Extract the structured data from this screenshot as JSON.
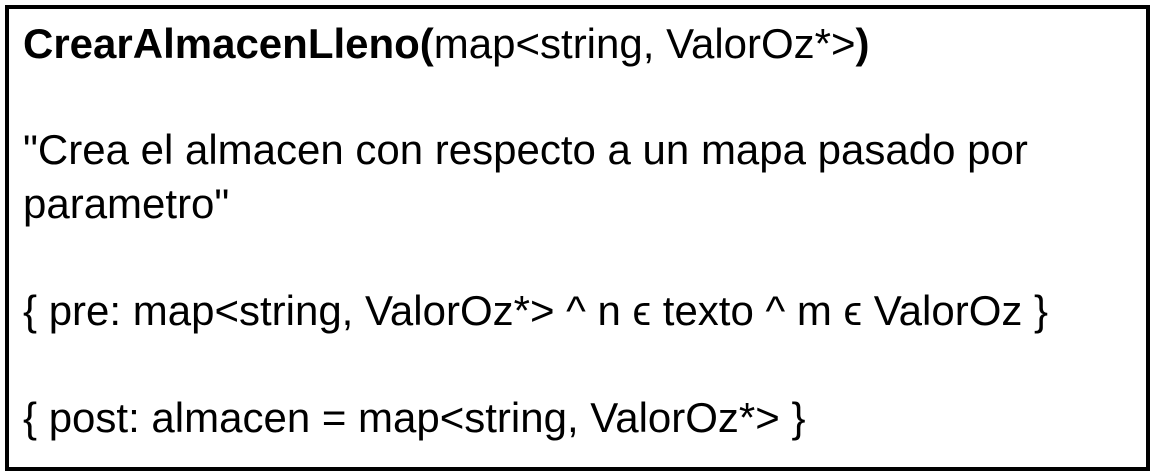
{
  "spec": {
    "function_name": "CrearAlmacenLleno(",
    "parameter": "map<string, ValorOz*>",
    "close_paren": ")",
    "description_line1": "\"Crea el almacen con respecto a un mapa pasado por",
    "description_line2": "parametro\"",
    "precondition": "{ pre: map<string, ValorOz*> ^ n ϵ texto ^ m ϵ ValorOz }",
    "postcondition": "{ post: almacen = map<string, ValorOz*> }"
  }
}
